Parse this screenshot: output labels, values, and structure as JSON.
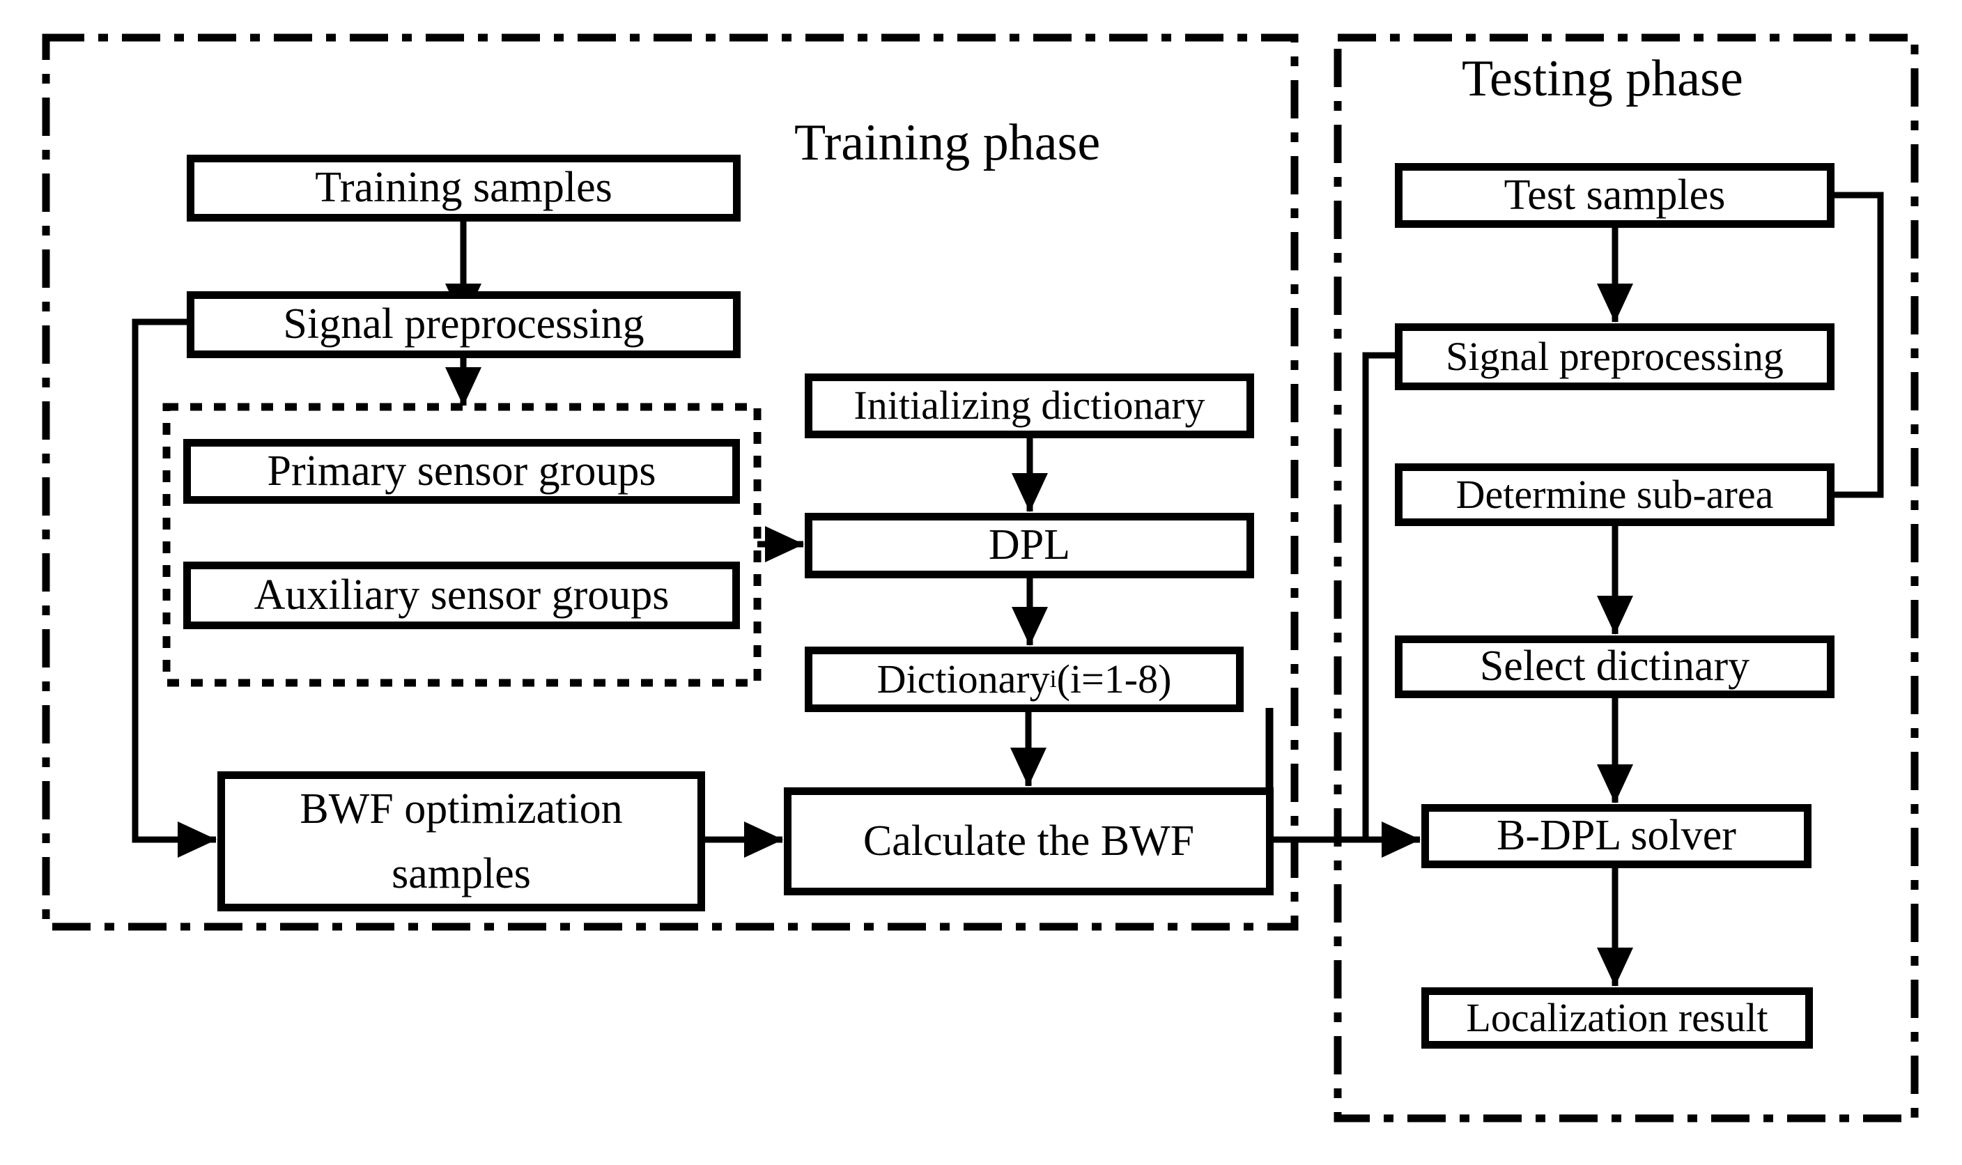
{
  "page": {
    "background_color": "#ffffff",
    "line_color": "#000000"
  },
  "training": {
    "title": "Training phase",
    "boxes": {
      "training_samples": "Training samples",
      "signal_preprocessing": "Signal preprocessing",
      "primary_sensor_groups": "Primary sensor groups",
      "auxiliary_sensor_groups": "Auxiliary sensor groups",
      "initializing_dictionary": "Initializing dictionary",
      "dpl": "DPL",
      "dictionary_base": "Dictionary",
      "dictionary_subscript": "i",
      "dictionary_suffix": "(i=1-8)",
      "bwf_optimization_line1": "BWF optimization",
      "bwf_optimization_line2": "samples",
      "calculate_bwf": "Calculate the BWF"
    }
  },
  "testing": {
    "title": "Testing phase",
    "boxes": {
      "test_samples": "Test samples",
      "signal_preprocessing": "Signal preprocessing",
      "determine_sub_area": "Determine sub-area",
      "select_dictionary": "Select dictinary",
      "bdpl_solver": "B-DPL solver",
      "localization_result": "Localization result"
    }
  }
}
